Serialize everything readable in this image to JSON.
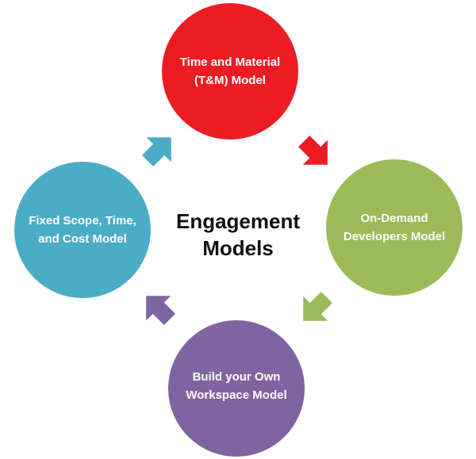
{
  "center_title": "Engagement\nModels",
  "nodes": [
    {
      "id": "tm",
      "label": "Time and Material\n(T&M) Model",
      "color": "#ed1c24"
    },
    {
      "id": "od",
      "label": "On-Demand\nDevelopers Model",
      "color": "#9bbb59"
    },
    {
      "id": "bw",
      "label": "Build your Own\nWorkspace Model",
      "color": "#8064a2"
    },
    {
      "id": "fs",
      "label": "Fixed Scope, Time,\nand Cost Model",
      "color": "#4bacc6"
    }
  ],
  "arrows": [
    {
      "from": "tm",
      "to": "od",
      "color": "#ed1c24"
    },
    {
      "from": "od",
      "to": "bw",
      "color": "#9bbb59"
    },
    {
      "from": "bw",
      "to": "fs",
      "color": "#8064a2"
    },
    {
      "from": "fs",
      "to": "tm",
      "color": "#4bacc6"
    }
  ]
}
